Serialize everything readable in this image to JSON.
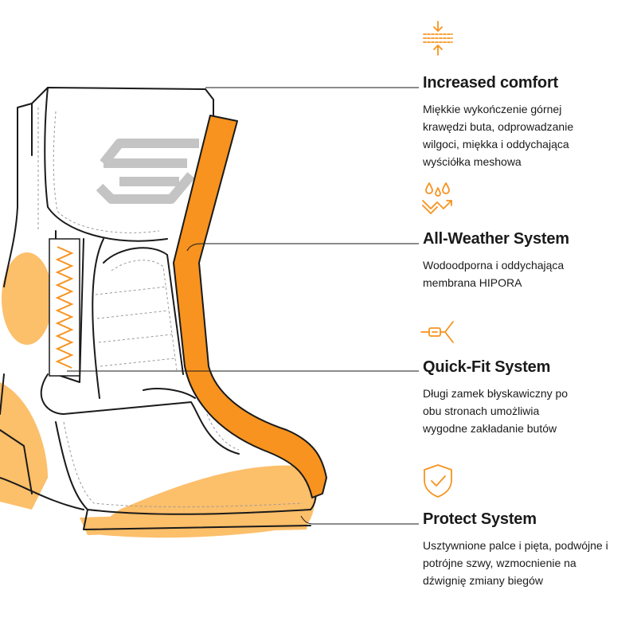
{
  "colors": {
    "accent": "#f7931e",
    "accent_soft": "#fcbf6a",
    "line": "#1a1a1a",
    "boot_detail": "#9a9a9a",
    "logo_gray": "#c4c4c4"
  },
  "features": [
    {
      "icon": "compress-arrows-icon",
      "title": "Increased comfort",
      "description": "Miękkie wykończenie górnej krawędzi buta, odprowadzanie wilgoci, miękka i oddychająca wyściółka meshowa"
    },
    {
      "icon": "weather-drops-icon",
      "title": "All-Weather System",
      "description": "Wodoodporna i oddychająca membrana HIPORA"
    },
    {
      "icon": "zipper-icon",
      "title": "Quick-Fit System",
      "description": "Długi zamek błyskawiczny po obu stronach umożliwia wygodne zakładanie butów"
    },
    {
      "icon": "shield-check-icon",
      "title": "Protect System",
      "description": "Usztywnione palce i pięta, podwójne i potrójne szwy, wzmocnienie na dźwignię zmiany biegów"
    }
  ]
}
